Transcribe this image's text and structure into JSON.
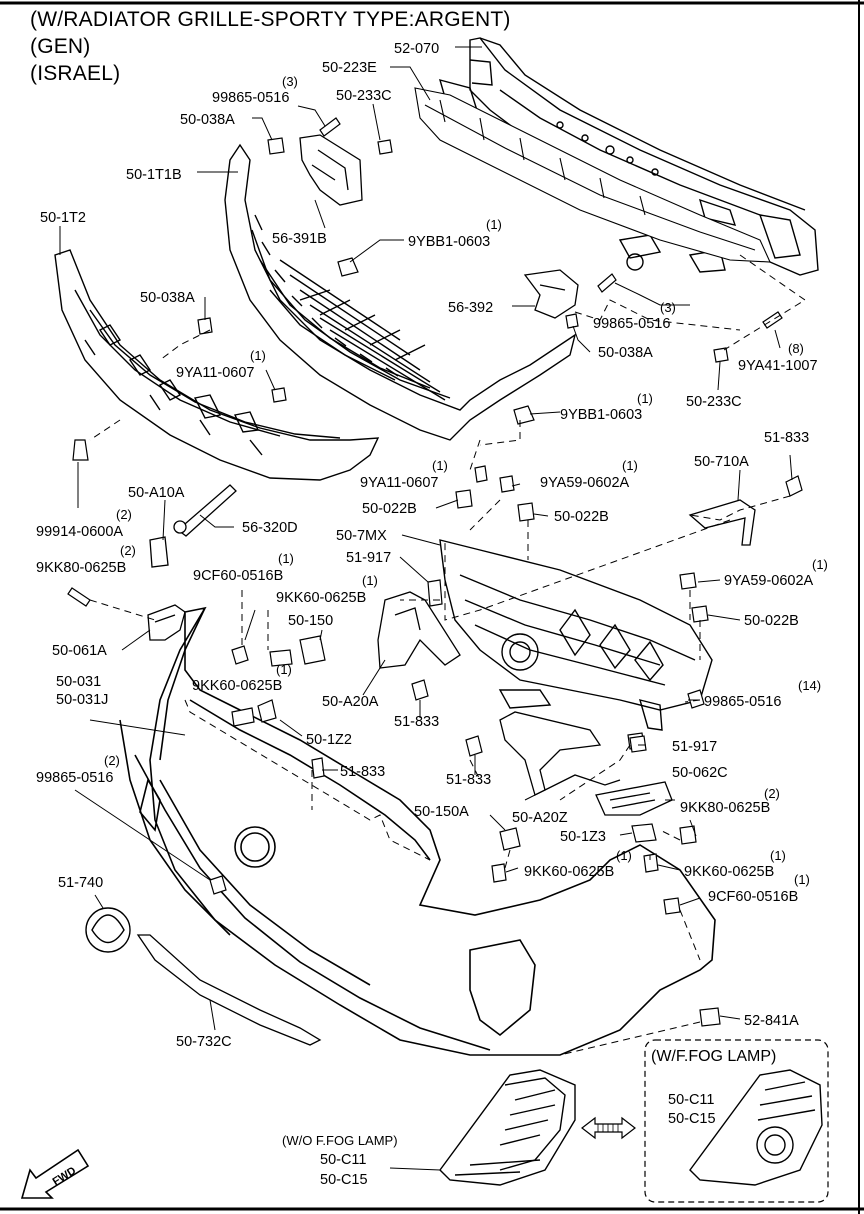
{
  "header": {
    "line1": "(W/RADIATOR GRILLE-SPORTY TYPE:ARGENT)",
    "line2": "(GEN)",
    "line3": "(ISRAEL)"
  },
  "labels": [
    {
      "id": "52-070",
      "text": "52-070"
    },
    {
      "id": "50-223E",
      "text": "50-223E"
    },
    {
      "id": "99865-0516-a",
      "text": "99865-0516",
      "qty": "(3)"
    },
    {
      "id": "50-233C-a",
      "text": "50-233C"
    },
    {
      "id": "50-038A-a",
      "text": "50-038A"
    },
    {
      "id": "50-1T1B",
      "text": "50-1T1B"
    },
    {
      "id": "50-1T2",
      "text": "50-1T2"
    },
    {
      "id": "56-391B",
      "text": "56-391B"
    },
    {
      "id": "9YBB1-0603-a",
      "text": "9YBB1-0603",
      "qty": "(1)"
    },
    {
      "id": "50-038A-b",
      "text": "50-038A"
    },
    {
      "id": "56-392",
      "text": "56-392"
    },
    {
      "id": "99865-0516-b",
      "text": "99865-0516",
      "qty": "(3)"
    },
    {
      "id": "50-038A-c",
      "text": "50-038A"
    },
    {
      "id": "9YA41-1007",
      "text": "9YA41-1007",
      "qty": "(8)"
    },
    {
      "id": "50-233C-b",
      "text": "50-233C"
    },
    {
      "id": "9YA11-0607-a",
      "text": "9YA11-0607",
      "qty": "(1)"
    },
    {
      "id": "9YBB1-0603-b",
      "text": "9YBB1-0603",
      "qty": "(1)"
    },
    {
      "id": "51-833-a",
      "text": "51-833"
    },
    {
      "id": "50-710A",
      "text": "50-710A"
    },
    {
      "id": "9YA11-0607-b",
      "text": "9YA11-0607",
      "qty": "(1)"
    },
    {
      "id": "9YA59-0602A-a",
      "text": "9YA59-0602A",
      "qty": "(1)"
    },
    {
      "id": "50-A10A",
      "text": "50-A10A"
    },
    {
      "id": "50-022B-a",
      "text": "50-022B"
    },
    {
      "id": "50-022B-b",
      "text": "50-022B"
    },
    {
      "id": "99914-0600A",
      "text": "99914-0600A",
      "qty": "(2)"
    },
    {
      "id": "56-320D",
      "text": "56-320D"
    },
    {
      "id": "50-7MX",
      "text": "50-7MX"
    },
    {
      "id": "9KK80-0625B-a",
      "text": "9KK80-0625B",
      "qty": "(2)"
    },
    {
      "id": "51-917-a",
      "text": "51-917"
    },
    {
      "id": "9CF60-0516B-a",
      "text": "9CF60-0516B",
      "qty": "(1)"
    },
    {
      "id": "9YA59-0602A-b",
      "text": "9YA59-0602A",
      "qty": "(1)"
    },
    {
      "id": "9KK60-0625B-a",
      "text": "9KK60-0625B",
      "qty": "(1)"
    },
    {
      "id": "50-150-a",
      "text": "50-150"
    },
    {
      "id": "50-022B-c",
      "text": "50-022B"
    },
    {
      "id": "50-061A",
      "text": "50-061A"
    },
    {
      "id": "50-031",
      "text": "50-031"
    },
    {
      "id": "50-031J",
      "text": "50-031J"
    },
    {
      "id": "9KK60-0625B-b",
      "text": "9KK60-0625B",
      "qty": "(1)"
    },
    {
      "id": "50-A20A",
      "text": "50-A20A"
    },
    {
      "id": "99865-0516-c",
      "text": "99865-0516",
      "qty": "(14)"
    },
    {
      "id": "51-833-b",
      "text": "51-833"
    },
    {
      "id": "50-1Z2",
      "text": "50-1Z2"
    },
    {
      "id": "51-917-b",
      "text": "51-917"
    },
    {
      "id": "99865-0516-d",
      "text": "99865-0516",
      "qty": "(2)"
    },
    {
      "id": "51-833-c",
      "text": "51-833"
    },
    {
      "id": "51-833-d",
      "text": "51-833"
    },
    {
      "id": "50-062C",
      "text": "50-062C"
    },
    {
      "id": "9KK80-0625B-b",
      "text": "9KK80-0625B",
      "qty": "(2)"
    },
    {
      "id": "50-150A",
      "text": "50-150A"
    },
    {
      "id": "50-A20Z",
      "text": "50-A20Z"
    },
    {
      "id": "50-1Z3",
      "text": "50-1Z3"
    },
    {
      "id": "9KK60-0625B-c",
      "text": "9KK60-0625B",
      "qty": "(1)"
    },
    {
      "id": "9KK60-0625B-d",
      "text": "9KK60-0625B",
      "qty": "(1)"
    },
    {
      "id": "51-740",
      "text": "51-740"
    },
    {
      "id": "9CF60-0516B-b",
      "text": "9CF60-0516B",
      "qty": "(1)"
    },
    {
      "id": "52-841A",
      "text": "52-841A"
    },
    {
      "id": "50-732C",
      "text": "50-732C"
    },
    {
      "id": "wo-fog-c11",
      "text": "50-C11"
    },
    {
      "id": "wo-fog-c15",
      "text": "50-C15"
    },
    {
      "id": "w-fog-c11",
      "text": "50-C11"
    },
    {
      "id": "w-fog-c15",
      "text": "50-C15"
    }
  ],
  "notes": {
    "wo_fog": "(W/O F.FOG LAMP)",
    "w_fog": "(W/F.FOG LAMP)"
  },
  "fwd_label": "FWD",
  "icons": [
    "fwd-arrow-icon",
    "double-arrow-icon"
  ],
  "colors": {
    "ink": "#000000",
    "background": "#ffffff"
  }
}
